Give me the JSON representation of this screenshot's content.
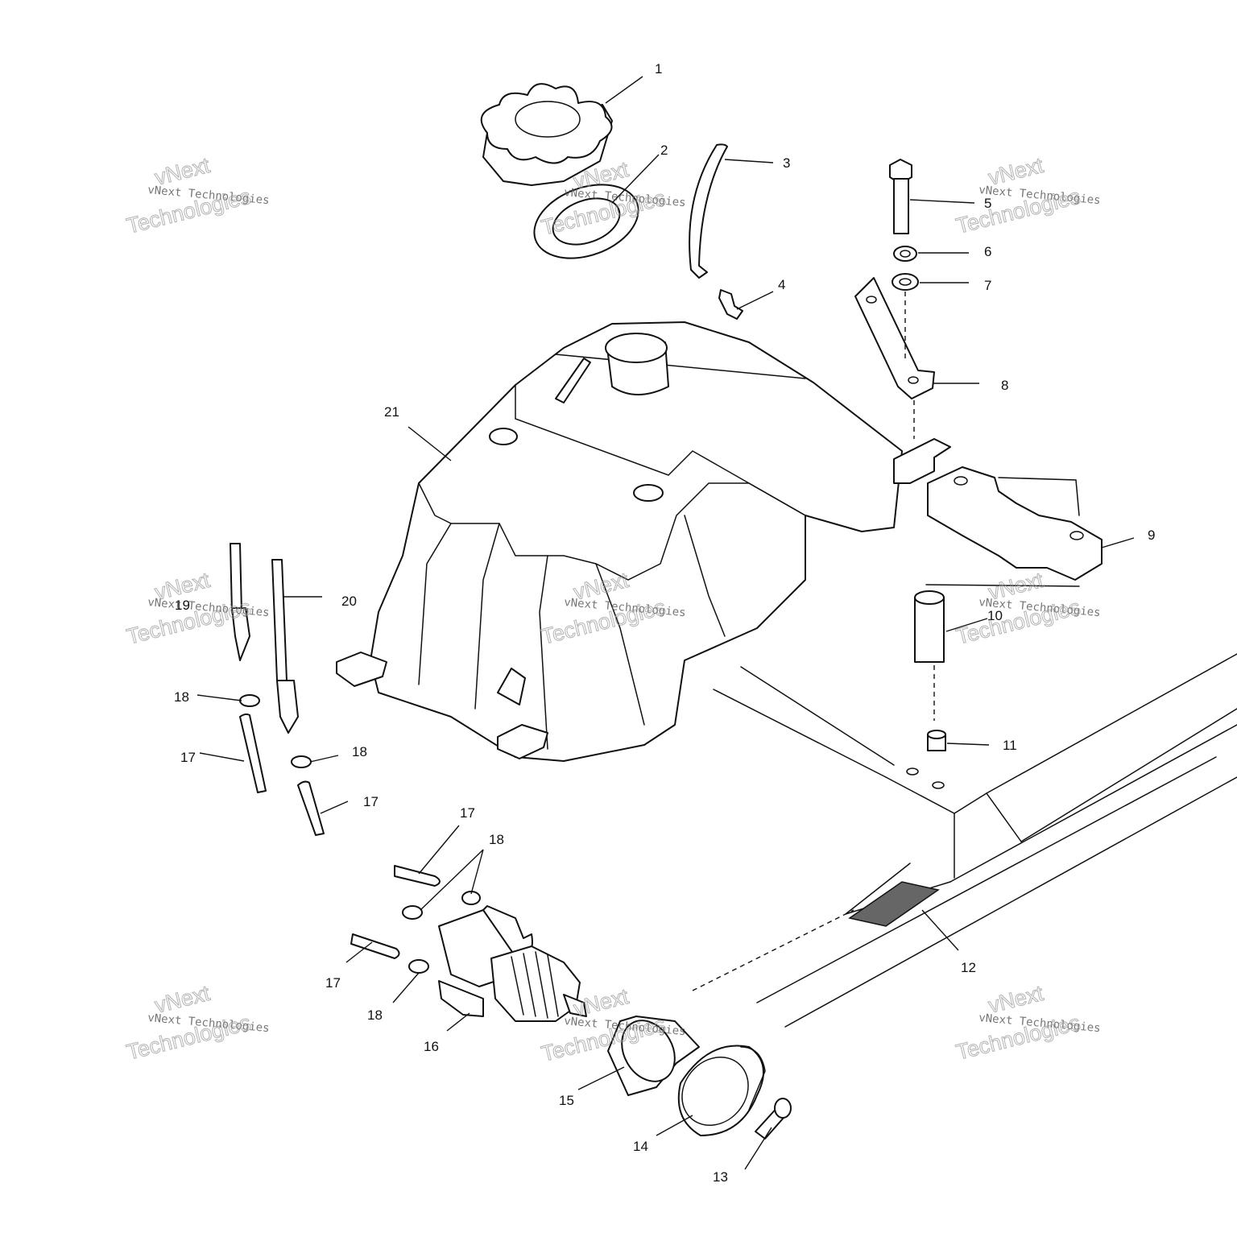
{
  "watermark": {
    "small_text": "vNext Technologies",
    "big_line1": "vNext",
    "big_line2": "Technologies"
  },
  "callouts": [
    "1",
    "2",
    "3",
    "4",
    "5",
    "6",
    "7",
    "8",
    "9",
    "10",
    "11",
    "12",
    "13",
    "14",
    "15",
    "16",
    "17",
    "17",
    "17",
    "17",
    "18",
    "18",
    "18",
    "18",
    "19",
    "20",
    "21"
  ],
  "colors": {
    "line": "#111111",
    "background": "#ffffff",
    "watermark": "#9a9a9a"
  }
}
